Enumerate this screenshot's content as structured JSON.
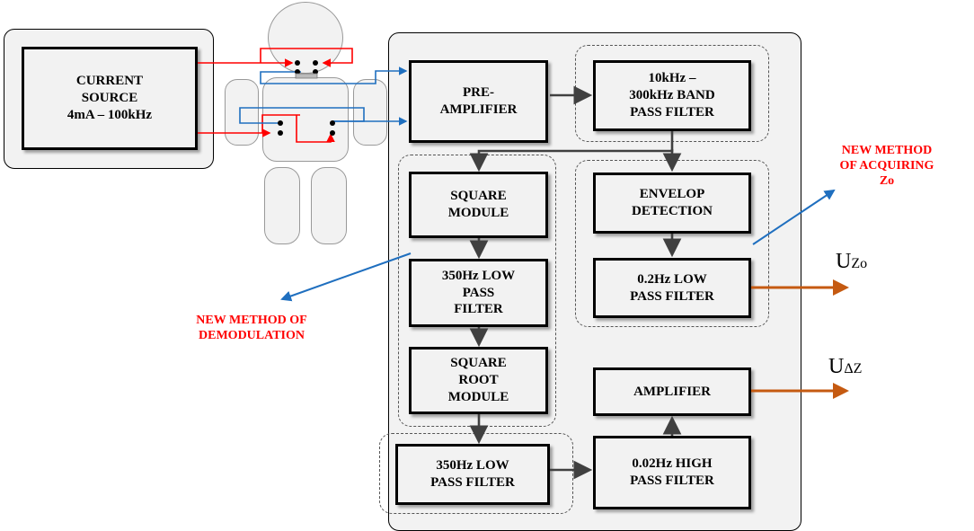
{
  "blocks": {
    "current_source": "CURRENT\nSOURCE\n4mA – 100kHz",
    "pre_amplifier": "PRE-\nAMPLIFIER",
    "band_pass_filter": "10kHz –\n300kHz BAND\nPASS FILTER",
    "square_module": "SQUARE\nMODULE",
    "low_pass_350_inner": "350Hz LOW\nPASS\nFILTER",
    "square_root_module": "SQUARE\nROOT\nMODULE",
    "low_pass_350_bottom": "350Hz LOW\nPASS FILTER",
    "envelop_detection": "ENVELOP\nDETECTION",
    "low_pass_02": "0.2Hz LOW\nPASS FILTER",
    "amplifier": "AMPLIFIER",
    "high_pass_002": "0.02Hz HIGH\nPASS FILTER"
  },
  "annotations": {
    "demodulation": "NEW METHOD OF\nDEMODULATION",
    "acquiring_zo": "NEW METHOD\nOF ACQUIRING\nZo"
  },
  "outputs": {
    "uzo_main": "U",
    "uzo_sub": "Zo",
    "udz_main": "U",
    "udz_sub": "ΔZ"
  },
  "colors": {
    "annotation": "#ff0000",
    "output_arrow": "#c55a11",
    "blue_wire": "#1f6fbf",
    "red_wire": "#ff0000"
  }
}
